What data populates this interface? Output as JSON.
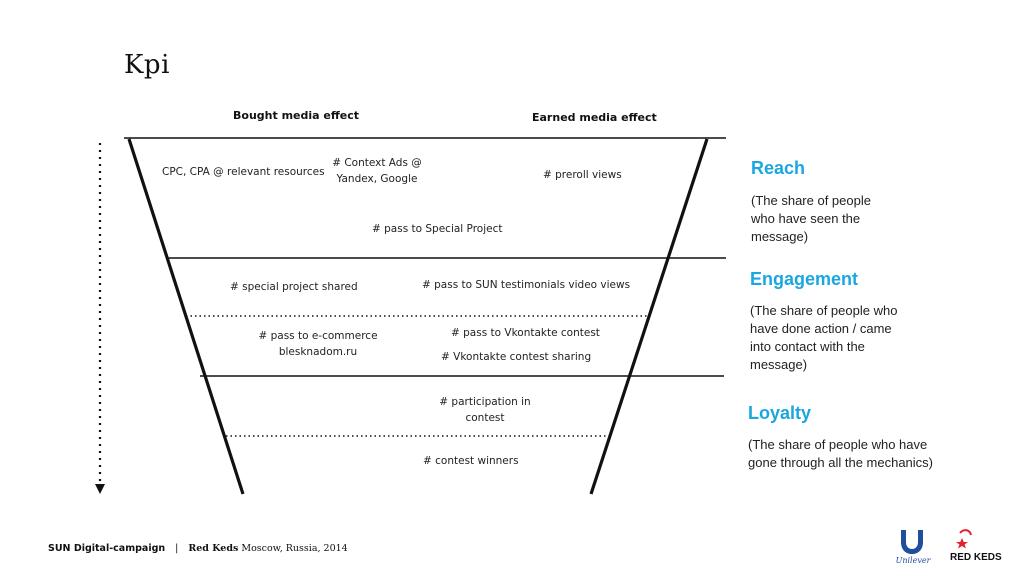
{
  "title": "Kpi",
  "columns": {
    "bought": "Bought media effect",
    "earned": "Earned media effect"
  },
  "funnel": {
    "cpc": "CPC, CPA @ relevant resources",
    "context_ads": [
      "# Context Ads @",
      "Yandex, Google"
    ],
    "preroll": "# preroll views",
    "pass_special": "# pass to Special Project",
    "special_shared": "# special project shared",
    "pass_sun": "# pass to SUN testimonials video views",
    "pass_ecom": [
      "# pass to e-commerce",
      "blesknadom.ru"
    ],
    "pass_vk": "# pass to Vkontakte contest",
    "vk_sharing": "# Vkontakte contest sharing",
    "participation": [
      "# participation in",
      "contest"
    ],
    "winners": "# contest  winners"
  },
  "kpis": {
    "reach": {
      "title": "Reach",
      "desc": [
        "(The share of people",
        "who have seen the",
        "message)"
      ]
    },
    "engagement": {
      "title": "Engagement",
      "desc": [
        "(The share of people who",
        "have done action / came",
        "into contact with the",
        "message)"
      ]
    },
    "loyalty": {
      "title": "Loyalty",
      "desc": [
        "(The share of people who have",
        "gone through all the mechanics)"
      ]
    }
  },
  "footer": {
    "campaign": "SUN Digital-campaign",
    "separator": "|",
    "brand": "Red Keds",
    "location": "Moscow, Russia, 2014"
  },
  "logos": {
    "unilever": "Unilever",
    "redkeds": "RED KEDS"
  },
  "colors": {
    "accent": "#1aa7e0",
    "redkeds": "#e5202e",
    "unilever": "#1f4e9c"
  }
}
